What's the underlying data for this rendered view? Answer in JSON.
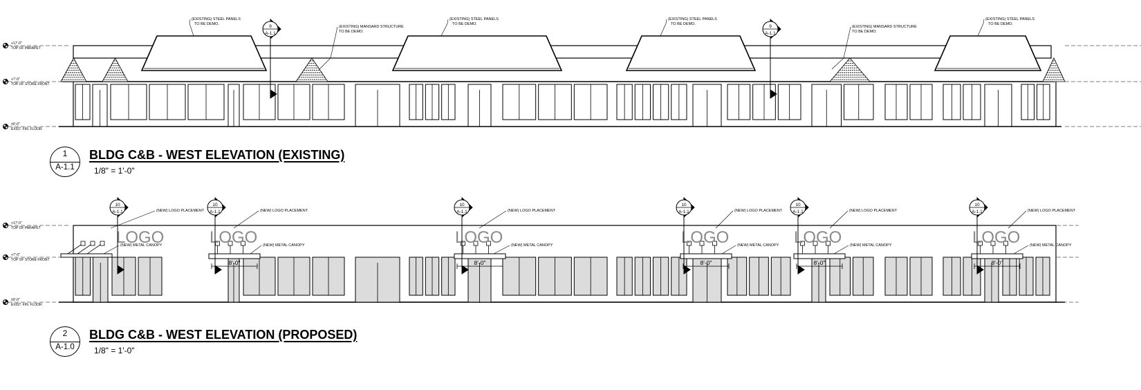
{
  "elevation_existing": {
    "detail_number": "1",
    "sheet": "A-1.1",
    "title": "BLDG C&B - WEST ELEVATION (EXISTING)",
    "scale": "1/8\" = 1'-0\"",
    "levels": [
      {
        "elev": "+17'-0\"",
        "label": "TOP OF PARAPET"
      },
      {
        "elev": "+7'-0\"",
        "label": "TOP OF STORE FRONT"
      },
      {
        "elev": "±0'-0\"",
        "label": "EXIST. FIN. FLOOR"
      }
    ],
    "section_marker": {
      "number": "9",
      "sheet": "A-1.1"
    },
    "notes": {
      "steel_panels": [
        "(EXISTING) STEEL PANELS",
        "TO BE DEMO."
      ],
      "mansard": [
        "(EXISTING) MANSARD STRUCTURE",
        "TO BE DEMO."
      ]
    }
  },
  "elevation_proposed": {
    "detail_number": "2",
    "sheet": "A-1.0",
    "title": "BLDG C&B - WEST ELEVATION (PROPOSED)",
    "scale": "1/8\" = 1'-0\"",
    "levels": [
      {
        "elev": "+17'-0\"",
        "label": "TOP OF PARAPET"
      },
      {
        "elev": "+7'-0\"",
        "label": "TOP OF STORE FRONT"
      },
      {
        "elev": "±0'-0\"",
        "label": "EXIST. FIN. FLOOR"
      }
    ],
    "section_marker": {
      "number": "10",
      "sheet": "A-1.1"
    },
    "logo_text": "LOGO",
    "notes": {
      "logo": "(NEW) LOGO PLACEMENT",
      "canopy": "(NEW) METAL CANOPY"
    },
    "canopy_dimension": "8'-0\""
  }
}
